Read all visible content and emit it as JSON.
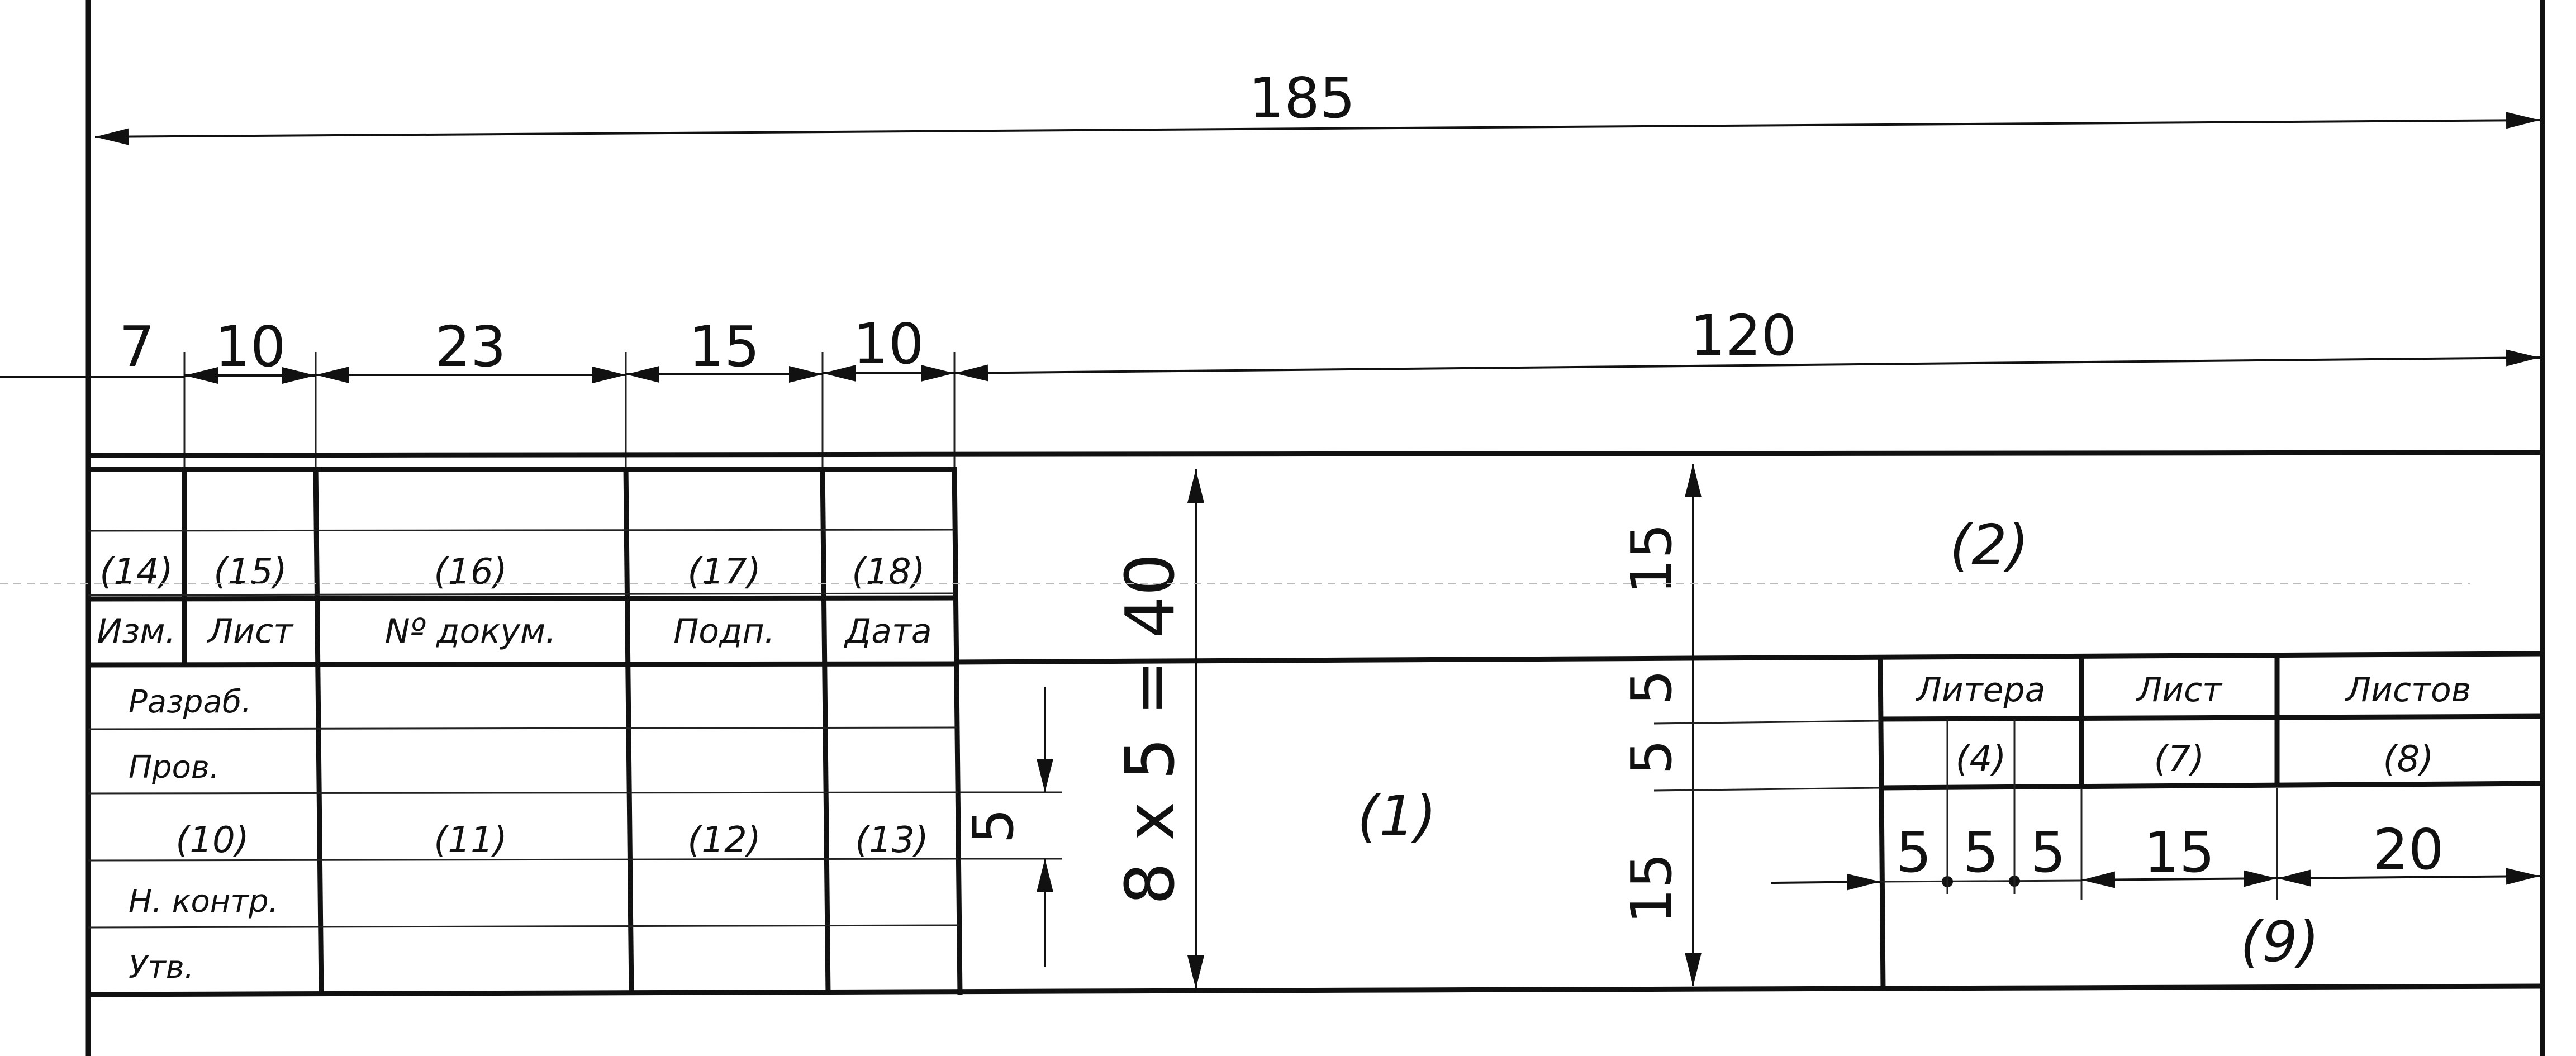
{
  "dimensions": {
    "overall": "185",
    "col_izm": "7",
    "col_list": "10",
    "col_dokum": "23",
    "col_podp": "15",
    "col_data": "10",
    "col_main": "120",
    "height_total": "8 x 5 = 40",
    "row_height": "5",
    "title_field": "15",
    "litera_head": "5",
    "litera_row": "5",
    "lower_field": "15",
    "litera_cells": [
      "5",
      "5",
      "5"
    ],
    "list_col": "15",
    "listov_col": "20"
  },
  "table": {
    "refs_top": [
      "(14)",
      "(15)",
      "(16)",
      "(17)",
      "(18)"
    ],
    "headers": [
      "Изм.",
      "Лист",
      "Nº докум.",
      "Подп.",
      "Дата"
    ],
    "row_labels": [
      "Разраб.",
      "Пров.",
      "Н. контр.",
      "Утв."
    ],
    "refs_lower": [
      "(10)",
      "(11)",
      "(12)",
      "(13)"
    ]
  },
  "main_block": {
    "field1": "(1)",
    "field2": "(2)",
    "field9": "(9)",
    "litera_label": "Литера",
    "list_label": "Лист",
    "listov_label": "Листов",
    "litera_ref": "(4)",
    "list_ref": "(7)",
    "listov_ref": "(8)"
  }
}
